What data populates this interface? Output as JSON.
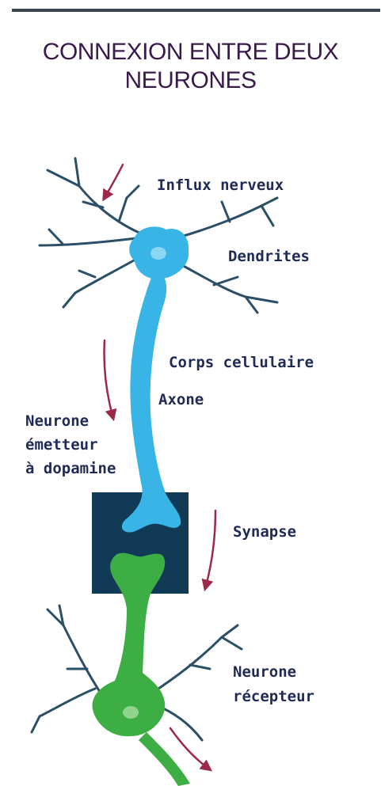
{
  "title_line1": "CONNEXION ENTRE DEUX",
  "title_line2": "NEURONES",
  "labels": {
    "influx": "Influx nerveux",
    "dendrites": "Dendrites",
    "corps": "Corps cellulaire",
    "axone": "Axone",
    "emetteur_1": "Neurone",
    "emetteur_2": "émetteur",
    "emetteur_3": "à dopamine",
    "synapse": "Synapse",
    "recepteur_1": "Neurone",
    "recepteur_2": "récepteur"
  },
  "colors": {
    "emitter_neuron": "#39b4e6",
    "receptor_neuron": "#3cae44",
    "dendrite_lines": "#2a4f66",
    "synapse_box": "#113a57",
    "arrows": "#9b2a4a",
    "labels": "#1f2a55"
  }
}
